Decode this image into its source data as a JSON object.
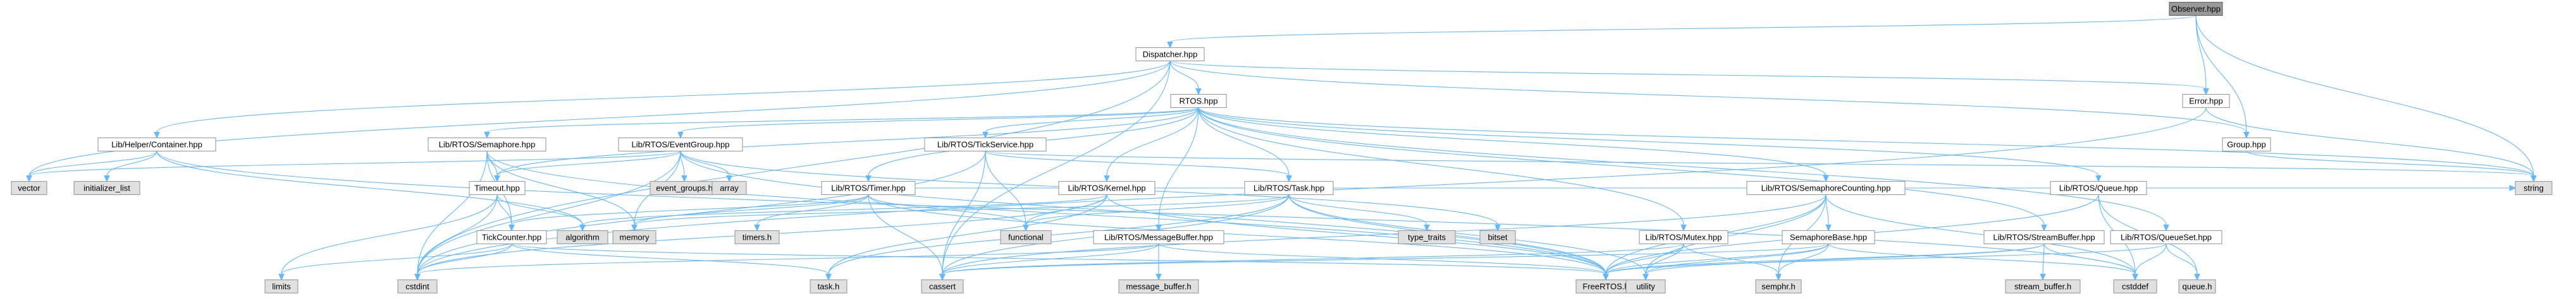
{
  "graph": {
    "colors": {
      "edge": "#63b8ff",
      "root_fill": "#999999",
      "node_fill": "#ffffff",
      "external_fill": "#e0e0e0",
      "border": "#999999"
    },
    "nodes": [
      {
        "id": "observer",
        "label": "Observer.hpp",
        "kind": "root"
      },
      {
        "id": "dispatcher",
        "label": "Dispatcher.hpp",
        "kind": "plain"
      },
      {
        "id": "rtos",
        "label": "RTOS.hpp",
        "kind": "plain"
      },
      {
        "id": "error",
        "label": "Error.hpp",
        "kind": "plain"
      },
      {
        "id": "group",
        "label": "Group.hpp",
        "kind": "plain"
      },
      {
        "id": "container",
        "label": "Lib/Helper/Container.hpp",
        "kind": "plain"
      },
      {
        "id": "semaphore",
        "label": "Lib/RTOS/Semaphore.hpp",
        "kind": "plain"
      },
      {
        "id": "eventgroup",
        "label": "Lib/RTOS/EventGroup.hpp",
        "kind": "plain"
      },
      {
        "id": "tickservice",
        "label": "Lib/RTOS/TickService.hpp",
        "kind": "plain"
      },
      {
        "id": "timer",
        "label": "Lib/RTOS/Timer.hpp",
        "kind": "plain"
      },
      {
        "id": "kernel",
        "label": "Lib/RTOS/Kernel.hpp",
        "kind": "plain"
      },
      {
        "id": "task",
        "label": "Lib/RTOS/Task.hpp",
        "kind": "plain"
      },
      {
        "id": "semcount",
        "label": "Lib/RTOS/SemaphoreCounting.hpp",
        "kind": "plain"
      },
      {
        "id": "queue",
        "label": "Lib/RTOS/Queue.hpp",
        "kind": "plain"
      },
      {
        "id": "timeout",
        "label": "Timeout.hpp",
        "kind": "plain"
      },
      {
        "id": "tickcounter",
        "label": "TickCounter.hpp",
        "kind": "plain"
      },
      {
        "id": "msgbuffer",
        "label": "Lib/RTOS/MessageBuffer.hpp",
        "kind": "plain"
      },
      {
        "id": "mutex",
        "label": "Lib/RTOS/Mutex.hpp",
        "kind": "plain"
      },
      {
        "id": "sembase",
        "label": "SemaphoreBase.hpp",
        "kind": "plain"
      },
      {
        "id": "streambuffer",
        "label": "Lib/RTOS/StreamBuffer.hpp",
        "kind": "plain"
      },
      {
        "id": "queueset",
        "label": "Lib/RTOS/QueueSet.hpp",
        "kind": "plain"
      },
      {
        "id": "vector",
        "label": "vector",
        "kind": "ext"
      },
      {
        "id": "initializer_list",
        "label": "initializer_list",
        "kind": "ext"
      },
      {
        "id": "limits",
        "label": "limits",
        "kind": "ext"
      },
      {
        "id": "cstdint",
        "label": "cstdint",
        "kind": "ext"
      },
      {
        "id": "algorithm",
        "label": "algorithm",
        "kind": "ext"
      },
      {
        "id": "memory",
        "label": "memory",
        "kind": "ext"
      },
      {
        "id": "event_groups",
        "label": "event_groups.h",
        "kind": "ext"
      },
      {
        "id": "array",
        "label": "array",
        "kind": "ext"
      },
      {
        "id": "timers",
        "label": "timers.h",
        "kind": "ext"
      },
      {
        "id": "functional",
        "label": "functional",
        "kind": "ext"
      },
      {
        "id": "task_h",
        "label": "task.h",
        "kind": "ext"
      },
      {
        "id": "cassert",
        "label": "cassert",
        "kind": "ext"
      },
      {
        "id": "message_buffer",
        "label": "message_buffer.h",
        "kind": "ext"
      },
      {
        "id": "type_traits",
        "label": "type_traits",
        "kind": "ext"
      },
      {
        "id": "bitset",
        "label": "bitset",
        "kind": "ext"
      },
      {
        "id": "freertos",
        "label": "FreeRTOS.h",
        "kind": "ext"
      },
      {
        "id": "utility",
        "label": "utility",
        "kind": "ext"
      },
      {
        "id": "semphr",
        "label": "semphr.h",
        "kind": "ext"
      },
      {
        "id": "stream_buffer",
        "label": "stream_buffer.h",
        "kind": "ext"
      },
      {
        "id": "cstddef",
        "label": "cstddef",
        "kind": "ext"
      },
      {
        "id": "queue_h",
        "label": "queue.h",
        "kind": "ext"
      },
      {
        "id": "string",
        "label": "string",
        "kind": "ext"
      }
    ],
    "edges": [
      [
        "observer",
        "dispatcher"
      ],
      [
        "observer",
        "error"
      ],
      [
        "observer",
        "group"
      ],
      [
        "observer",
        "string"
      ],
      [
        "dispatcher",
        "rtos"
      ],
      [
        "dispatcher",
        "error"
      ],
      [
        "dispatcher",
        "group"
      ],
      [
        "dispatcher",
        "container"
      ],
      [
        "dispatcher",
        "vector"
      ],
      [
        "dispatcher",
        "cstdint"
      ],
      [
        "dispatcher",
        "cassert"
      ],
      [
        "rtos",
        "semaphore"
      ],
      [
        "rtos",
        "eventgroup"
      ],
      [
        "rtos",
        "tickservice"
      ],
      [
        "rtos",
        "timer"
      ],
      [
        "rtos",
        "kernel"
      ],
      [
        "rtos",
        "task"
      ],
      [
        "rtos",
        "semcount"
      ],
      [
        "rtos",
        "queue"
      ],
      [
        "rtos",
        "timeout"
      ],
      [
        "rtos",
        "msgbuffer"
      ],
      [
        "rtos",
        "mutex"
      ],
      [
        "rtos",
        "streambuffer"
      ],
      [
        "rtos",
        "queueset"
      ],
      [
        "rtos",
        "string"
      ],
      [
        "error",
        "string"
      ],
      [
        "error",
        "cstdint"
      ],
      [
        "group",
        "string"
      ],
      [
        "container",
        "vector"
      ],
      [
        "container",
        "initializer_list"
      ],
      [
        "container",
        "algorithm"
      ],
      [
        "container",
        "cstddef"
      ],
      [
        "semaphore",
        "timeout"
      ],
      [
        "semaphore",
        "tickcounter"
      ],
      [
        "semaphore",
        "memory"
      ],
      [
        "semaphore",
        "cstdint"
      ],
      [
        "semaphore",
        "freertos"
      ],
      [
        "eventgroup",
        "event_groups"
      ],
      [
        "eventgroup",
        "array"
      ],
      [
        "eventgroup",
        "memory"
      ],
      [
        "eventgroup",
        "cstdint"
      ],
      [
        "eventgroup",
        "timeout"
      ],
      [
        "eventgroup",
        "vector"
      ],
      [
        "eventgroup",
        "freertos"
      ],
      [
        "eventgroup",
        "bitset"
      ],
      [
        "tickservice",
        "task"
      ],
      [
        "tickservice",
        "cstdint"
      ],
      [
        "tickservice",
        "cassert"
      ],
      [
        "tickservice",
        "functional"
      ],
      [
        "tickservice",
        "string"
      ],
      [
        "timer",
        "timers"
      ],
      [
        "timer",
        "functional"
      ],
      [
        "timer",
        "memory"
      ],
      [
        "timer",
        "cassert"
      ],
      [
        "timer",
        "tickcounter"
      ],
      [
        "timer",
        "freertos"
      ],
      [
        "timer",
        "string"
      ],
      [
        "kernel",
        "task_h"
      ],
      [
        "kernel",
        "cstdint"
      ],
      [
        "kernel",
        "freertos"
      ],
      [
        "kernel",
        "algorithm"
      ],
      [
        "kernel",
        "string"
      ],
      [
        "kernel",
        "functional"
      ],
      [
        "task",
        "freertos"
      ],
      [
        "task",
        "task_h"
      ],
      [
        "task",
        "cassert"
      ],
      [
        "task",
        "memory"
      ],
      [
        "task",
        "functional"
      ],
      [
        "task",
        "type_traits"
      ],
      [
        "task",
        "string"
      ],
      [
        "task",
        "utility"
      ],
      [
        "semcount",
        "sembase"
      ],
      [
        "semcount",
        "freertos"
      ],
      [
        "semcount",
        "semphr"
      ],
      [
        "semcount",
        "cassert"
      ],
      [
        "semcount",
        "utility"
      ],
      [
        "semcount",
        "cstddef"
      ],
      [
        "queue",
        "queue_h"
      ],
      [
        "queue",
        "freertos"
      ],
      [
        "queue",
        "cstddef"
      ],
      [
        "queue",
        "string"
      ],
      [
        "timeout",
        "tickcounter"
      ],
      [
        "timeout",
        "limits"
      ],
      [
        "timeout",
        "cstdint"
      ],
      [
        "timeout",
        "algorithm"
      ],
      [
        "tickcounter",
        "limits"
      ],
      [
        "tickcounter",
        "cstdint"
      ],
      [
        "tickcounter",
        "task_h"
      ],
      [
        "tickcounter",
        "freertos"
      ],
      [
        "msgbuffer",
        "message_buffer"
      ],
      [
        "msgbuffer",
        "cassert"
      ],
      [
        "msgbuffer",
        "cstdint"
      ],
      [
        "msgbuffer",
        "freertos"
      ],
      [
        "mutex",
        "freertos"
      ],
      [
        "mutex",
        "semphr"
      ],
      [
        "mutex",
        "utility"
      ],
      [
        "mutex",
        "cassert"
      ],
      [
        "sembase",
        "freertos"
      ],
      [
        "sembase",
        "semphr"
      ],
      [
        "sembase",
        "utility"
      ],
      [
        "sembase",
        "cassert"
      ],
      [
        "sembase",
        "cstddef"
      ],
      [
        "streambuffer",
        "stream_buffer"
      ],
      [
        "streambuffer",
        "freertos"
      ],
      [
        "streambuffer",
        "cstddef"
      ],
      [
        "streambuffer",
        "utility"
      ],
      [
        "queueset",
        "queue_h"
      ],
      [
        "queueset",
        "freertos"
      ],
      [
        "queueset",
        "cstddef"
      ]
    ]
  }
}
